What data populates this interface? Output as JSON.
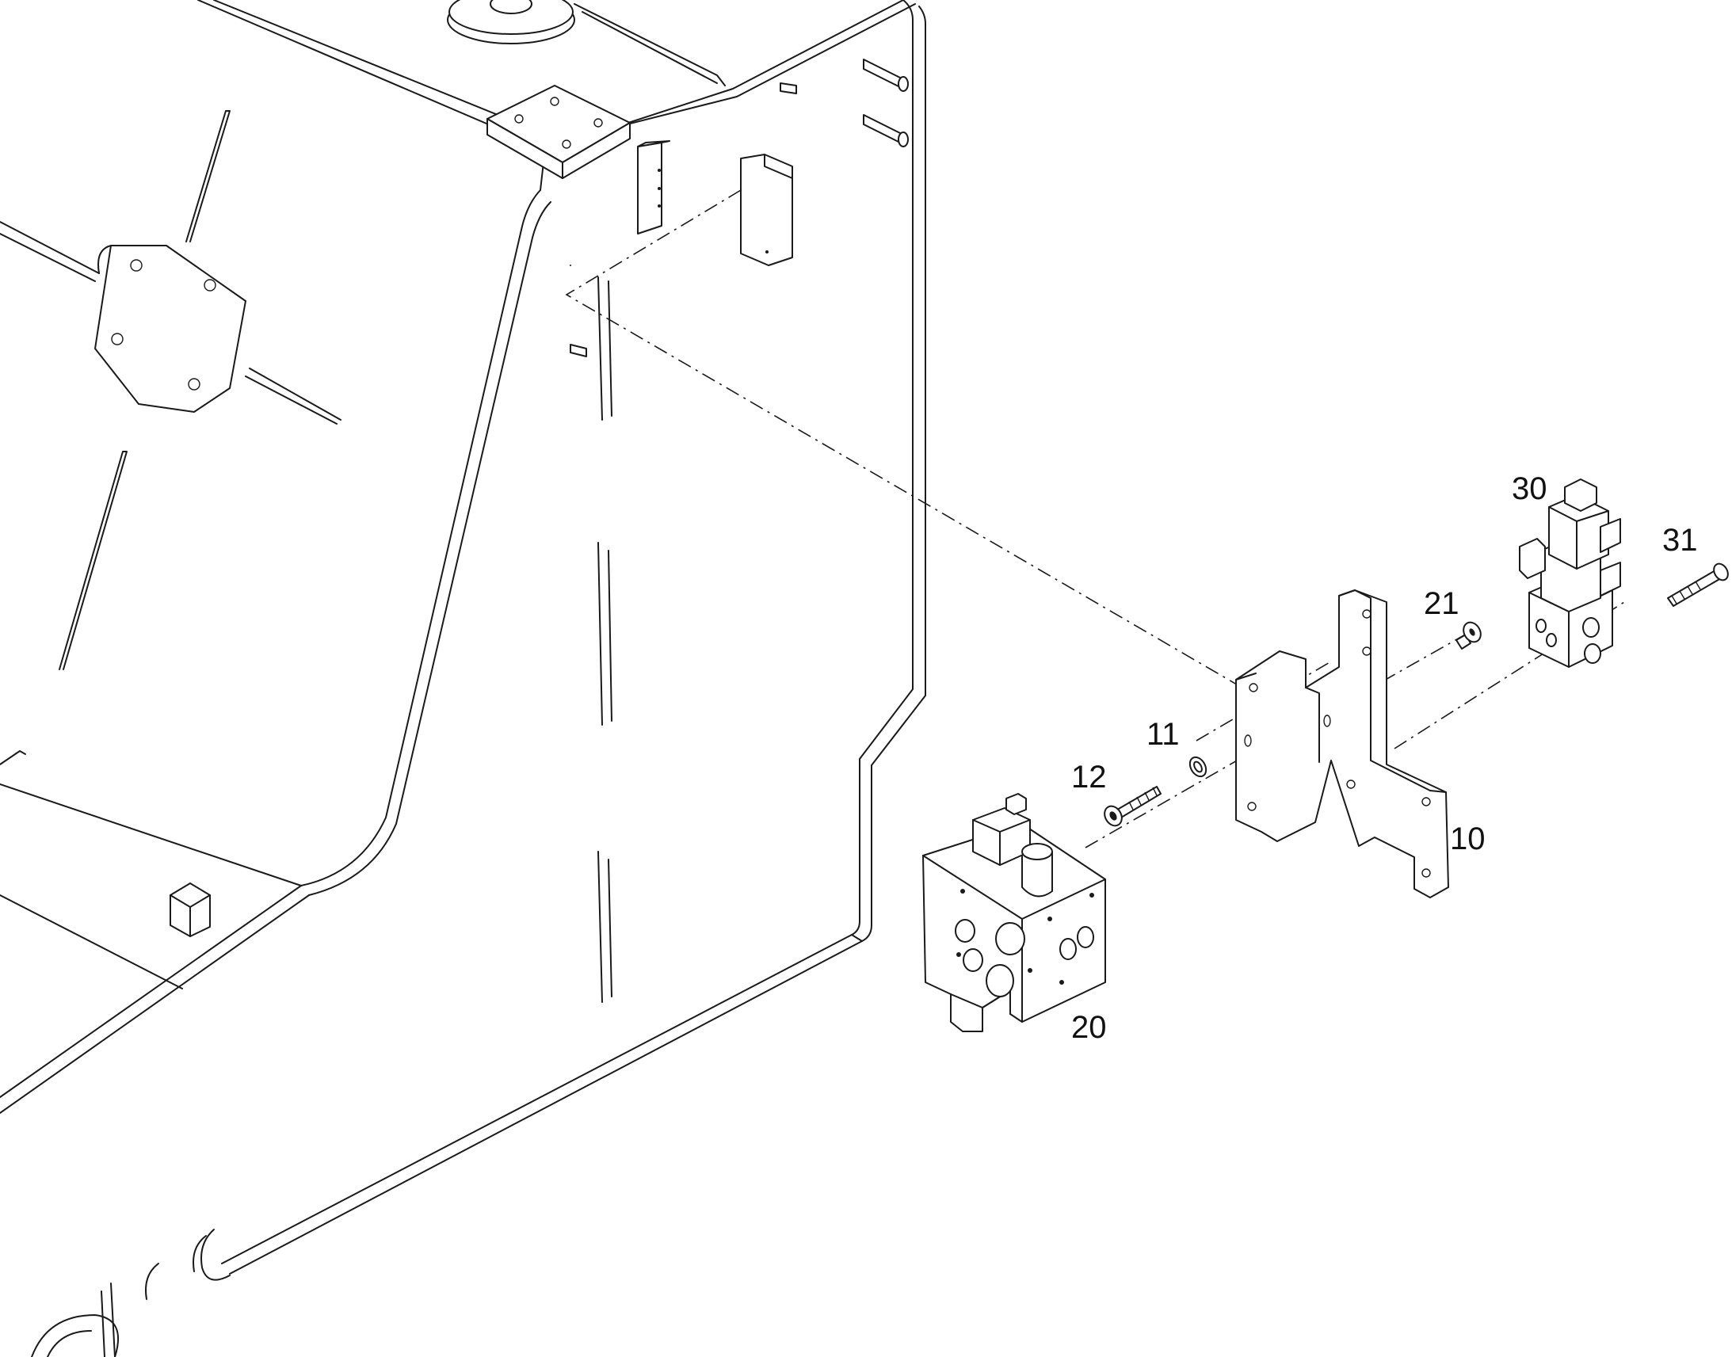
{
  "callouts": [
    {
      "id": "10",
      "text": "10"
    },
    {
      "id": "11",
      "text": "11"
    },
    {
      "id": "12",
      "text": "12"
    },
    {
      "id": "20",
      "text": "20"
    },
    {
      "id": "21",
      "text": "21"
    },
    {
      "id": "30",
      "text": "30"
    },
    {
      "id": "31",
      "text": "31"
    }
  ],
  "colors": {
    "line": "#1a1a1a",
    "background": "#ffffff"
  }
}
